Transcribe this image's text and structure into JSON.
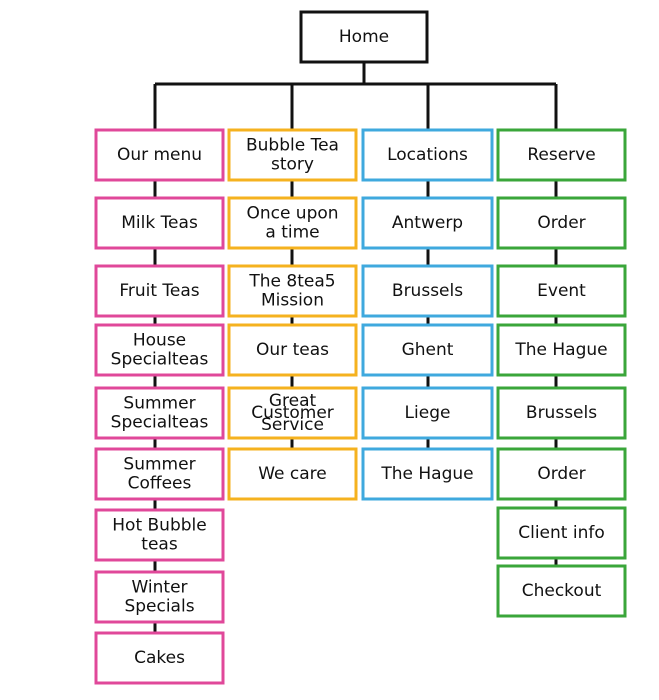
{
  "diagram": {
    "root": {
      "label": [
        "Home"
      ]
    },
    "columns": [
      {
        "key": "menu",
        "color": "#e0489a",
        "nodes": [
          {
            "label": [
              "Our menu"
            ]
          },
          {
            "label": [
              "Milk Teas"
            ]
          },
          {
            "label": [
              "Fruit Teas"
            ]
          },
          {
            "label": [
              "House",
              "Specialteas"
            ]
          },
          {
            "label": [
              "Summer",
              "Specialteas"
            ]
          },
          {
            "label": [
              "Summer",
              "Coffees"
            ]
          },
          {
            "label": [
              "Hot Bubble",
              "teas"
            ]
          },
          {
            "label": [
              "Winter",
              "Specials"
            ]
          },
          {
            "label": [
              "Cakes"
            ]
          }
        ]
      },
      {
        "key": "story",
        "color": "#f5b21f",
        "nodes": [
          {
            "label": [
              "Bubble Tea",
              "story"
            ]
          },
          {
            "label": [
              "Once upon",
              "a time"
            ]
          },
          {
            "label": [
              "The 8tea5",
              "Mission"
            ]
          },
          {
            "label": [
              "Our teas"
            ]
          },
          {
            "label": [
              "Great",
              "Customer",
              "Service"
            ]
          },
          {
            "label": [
              "We care"
            ]
          }
        ]
      },
      {
        "key": "locations",
        "color": "#3fa9de",
        "nodes": [
          {
            "label": [
              "Locations"
            ]
          },
          {
            "label": [
              "Antwerp"
            ]
          },
          {
            "label": [
              "Brussels"
            ]
          },
          {
            "label": [
              "Ghent"
            ]
          },
          {
            "label": [
              "Liege"
            ]
          },
          {
            "label": [
              "The Hague"
            ]
          }
        ]
      },
      {
        "key": "reserve",
        "color": "#3aa63a",
        "nodes": [
          {
            "label": [
              "Reserve"
            ]
          },
          {
            "label": [
              "Order"
            ]
          },
          {
            "label": [
              "Event"
            ]
          },
          {
            "label": [
              "The Hague"
            ]
          },
          {
            "label": [
              "Brussels"
            ]
          },
          {
            "label": [
              "Order"
            ]
          },
          {
            "label": [
              "Client info"
            ]
          },
          {
            "label": [
              "Checkout"
            ]
          }
        ]
      }
    ],
    "line_color": "#111111",
    "root_border_color": "#111111"
  }
}
